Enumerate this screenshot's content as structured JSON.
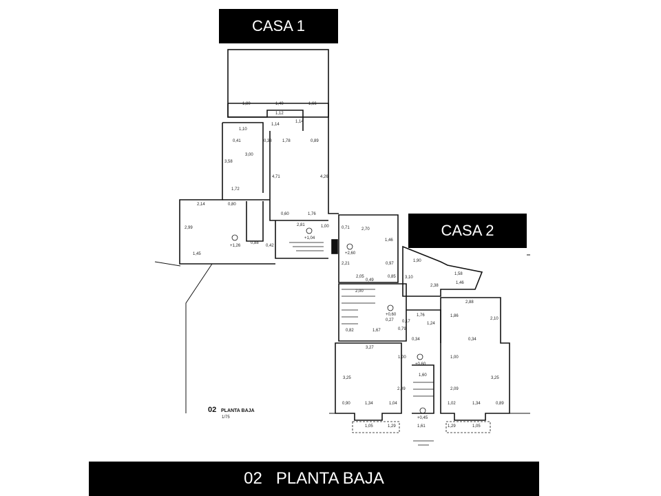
{
  "labels": {
    "casa1": "CASA 1",
    "casa2": "CASA 2",
    "footer": "02   PLANTA BAJA"
  },
  "plan": {
    "title_num": "02",
    "title_text": "PLANTA BAJA",
    "scale": "1/75"
  },
  "dimensions": {
    "c1_top_a": "1,80",
    "c1_top_b": "1,40",
    "c1_top_c": "1,66",
    "c1_112": "1,12",
    "c1_114a": "1,14",
    "c1_114b": "1,14",
    "c1_110": "1,10",
    "c1_041": "0,41",
    "c1_038": "0,38",
    "c1_178": "1,78",
    "c1_089": "0,89",
    "c1_358": "3,58",
    "c1_300": "3,00",
    "c1_471": "4,71",
    "c1_426": "4,26",
    "c1_172": "1,72",
    "c1_214": "2,14",
    "c1_080": "0,80",
    "c1_060": "0,60",
    "c1_176": "1,76",
    "c1_281": "2,81",
    "c1_100": "1,00",
    "c1_299": "2,99",
    "c1_088": "0,88",
    "c1_042": "0,42",
    "c1_145": "1,45",
    "c1_p126": "+1,26",
    "c1_p104": "+1,04",
    "c2_071": "0,71",
    "c2_270": "2,70",
    "c2_146": "1,46",
    "c2_p260": "+2,60",
    "c2_221": "2,21",
    "c2_097": "0,97",
    "c2_205": "2,05",
    "c2_049": "0,49",
    "c2_085": "0,85",
    "c2_310": "3,10",
    "c2_190": "1,90",
    "c2_238": "2,38",
    "c2_158": "1,58",
    "c2_246": "1,46",
    "c2_200": "2,00",
    "c2_288": "2,88",
    "c2_186": "1,86",
    "c2_210": "2,10",
    "c2_p060": "+0,60",
    "c2_027": "0,27",
    "c2_017": "0,17",
    "c2_176": "1,76",
    "c2_124": "1,24",
    "c2_082": "0,82",
    "c2_167": "1,67",
    "c2_079": "0,79",
    "c2_034a": "0,34",
    "c2_034b": "0,34",
    "c2_327": "3,27",
    "c2_100a": "1,00",
    "c2_100b": "1,00",
    "c2_325a": "3,25",
    "c2_325b": "3,25",
    "c2_209a": "2,09",
    "c2_209b": "2,09",
    "c2_160": "1,60",
    "c2_p060b": "+0,60",
    "c2_090": "0,90",
    "c2_134a": "1,34",
    "c2_104": "1,04",
    "c2_102": "1,02",
    "c2_134b": "1,34",
    "c2_089": "0,89",
    "c2_p045": "+0,45",
    "c2_105a": "1,05",
    "c2_129a": "1,29",
    "c2_161": "1,61",
    "c2_129b": "1,29",
    "c2_105b": "1,05"
  }
}
